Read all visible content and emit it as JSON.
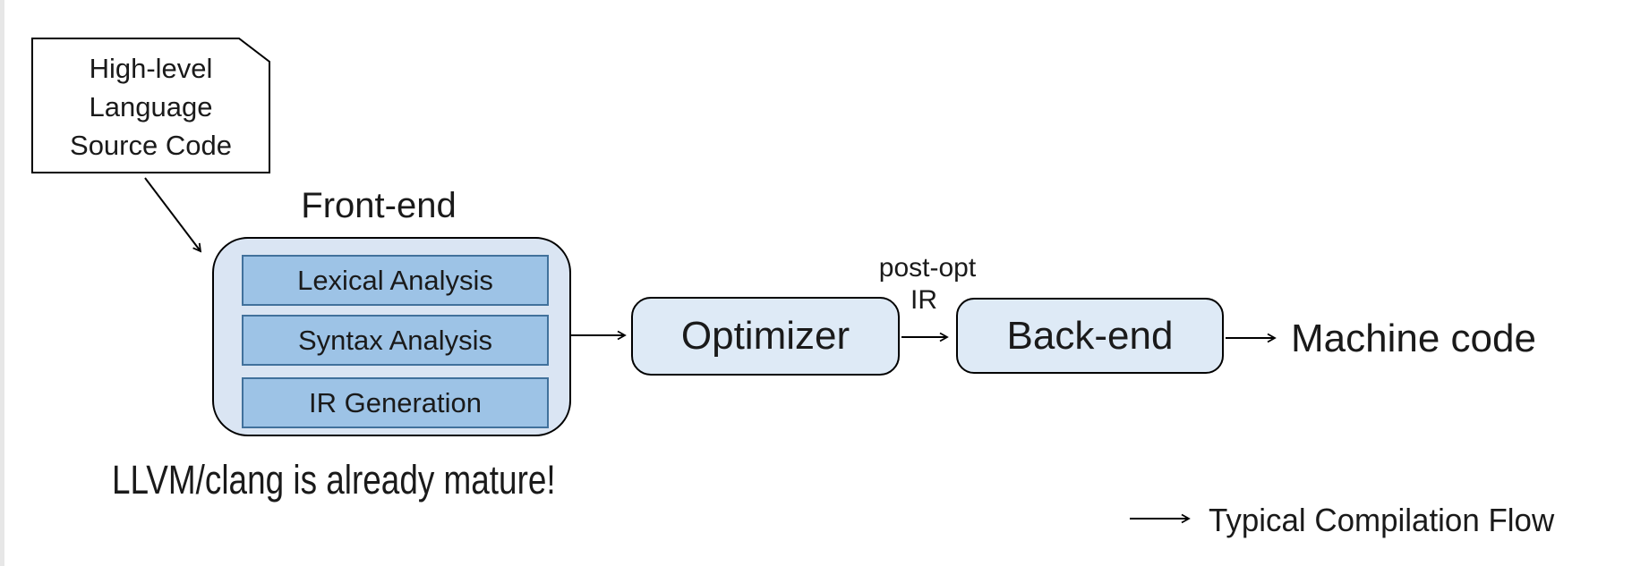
{
  "diagram": {
    "title_note": "LLVM/clang is already mature!",
    "source_doc": {
      "shape": "document-with-folded-corner",
      "lines": [
        "High-level",
        "Language",
        "Source Code"
      ]
    },
    "frontend": {
      "label": "Front-end",
      "stages": [
        "Lexical Analysis",
        "Syntax Analysis",
        "IR Generation"
      ]
    },
    "optimizer": {
      "label": "Optimizer"
    },
    "backend": {
      "label": "Back-end"
    },
    "machine_code": {
      "label": "Machine code"
    },
    "edge_label": {
      "line1": "post-opt",
      "line2": "IR"
    },
    "legend": {
      "label": "Typical Compilation Flow"
    }
  },
  "colors": {
    "container_fill": "#dae5f3",
    "stage_fill": "#9dc3e6",
    "stage_border": "#41719c",
    "node_fill": "#deeaf6",
    "outline": "#000000",
    "text": "#1a1a1a"
  }
}
